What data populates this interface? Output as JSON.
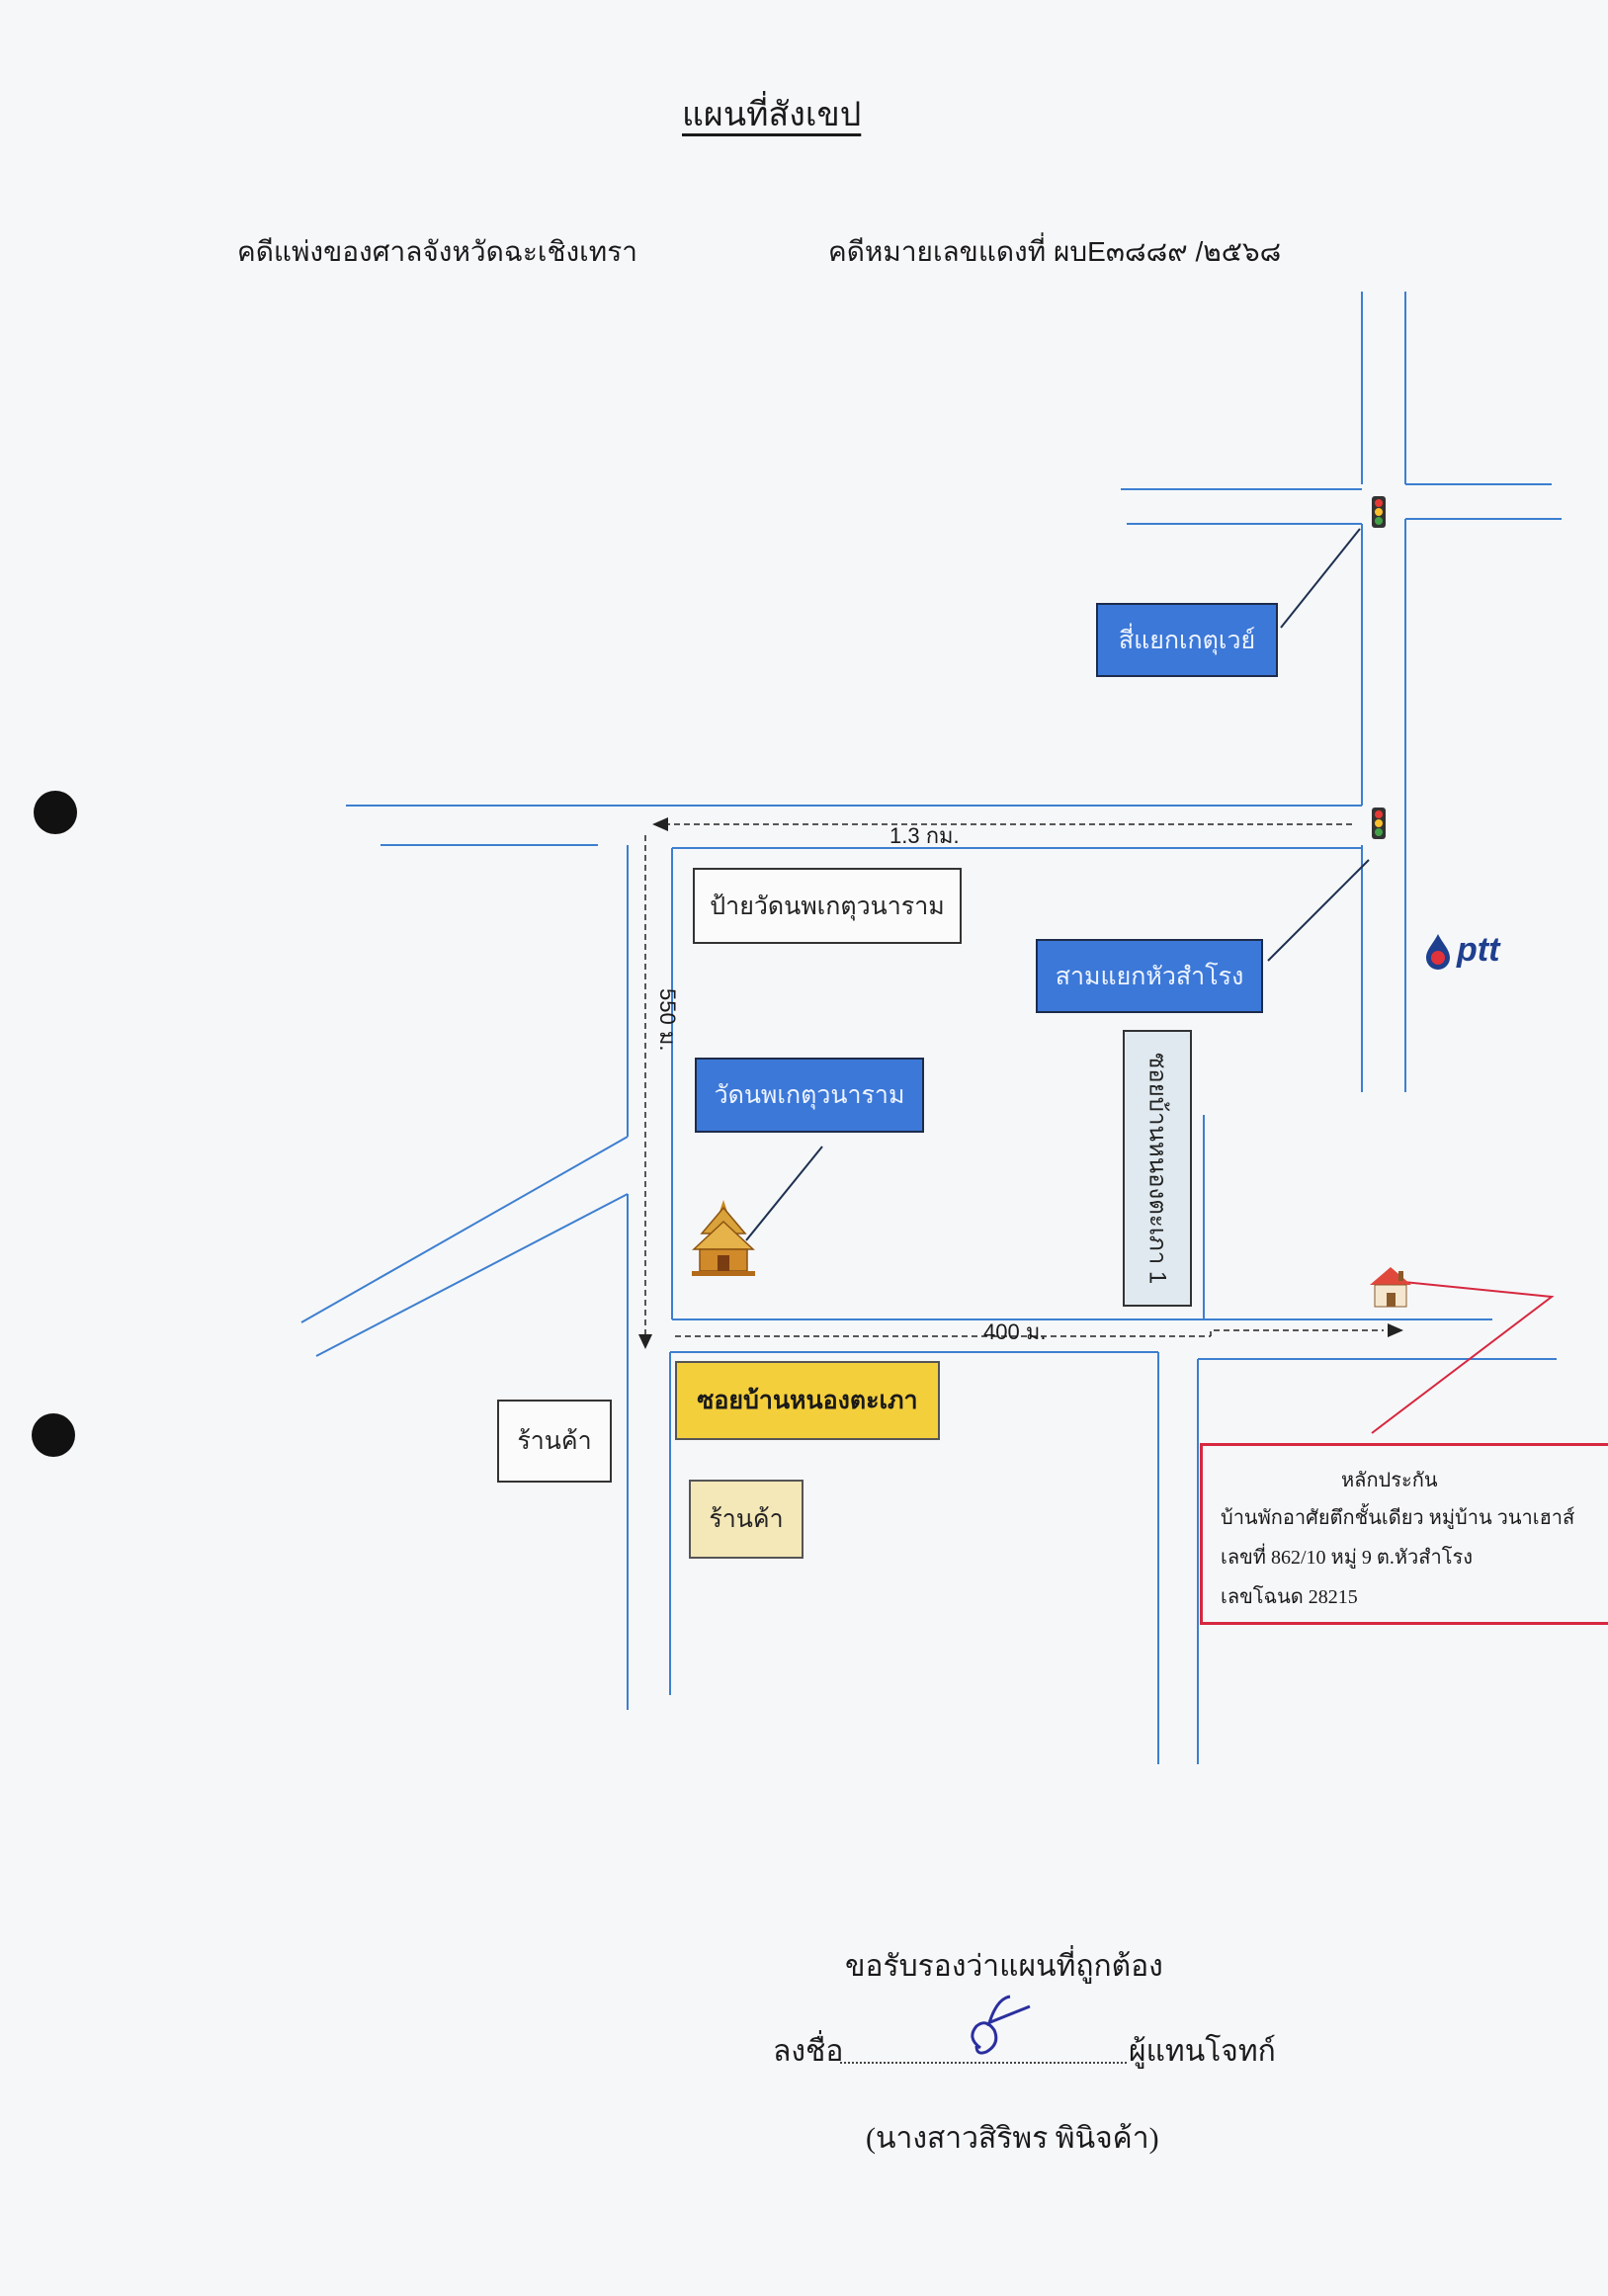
{
  "title": "แผนที่สังเขป",
  "case": {
    "court": "คดีแพ่งของศาลจังหวัดฉะเชิงเทรา",
    "number": "คดีหมายเลขแดงที่  ผบE๓๘๘๙ /๒๕๖๘"
  },
  "landmarks": {
    "intersection_gateway": "สี่แยกเกตุเวย์",
    "junction_hua_samrong": "สามแยกหัวสำโรง",
    "temple_sign": "ป้ายวัดนพเกตุวนาราม",
    "temple": "วัดนพเกตุวนาราม",
    "soi_nong_takhao_1": "ซอยบ้านหนองตะเภา 1",
    "soi_nong_takhao": "ซอยบ้านหนองตะเภา",
    "shop_left": "ร้านค้า",
    "shop_center": "ร้านค้า",
    "gas_station": "ptt"
  },
  "distances": {
    "top": "1.3 กม.",
    "vertical": "550 ม.",
    "bottom": "400 ม."
  },
  "collateral": {
    "heading": "หลักประกัน",
    "line1": "บ้านพักอาศัยตึกชั้นเดียว หมู่บ้าน วนาเฮาส์",
    "line2": "เลขที่ 862/10    หมู่ 9  ต.หัวสำโรง",
    "line3": "เลขโฉนด  28215"
  },
  "certification": {
    "statement": "ขอรับรองว่าแผนที่ถูกต้อง",
    "sign_label": "ลงชื่อ",
    "role": "ผู้แทนโจทก์",
    "signer": "(นางสาวสิริพร พินิจค้า)"
  },
  "colors": {
    "road": "#3d7fd0",
    "label_blue": "#3c78d8",
    "soi_yellow": "#f4cf3c",
    "collateral_red": "#d6283f",
    "ptt_blue": "#1f3f8f"
  },
  "icons": [
    "traffic-light-icon",
    "temple-icon",
    "house-icon",
    "ptt-logo",
    "signature-mark"
  ]
}
